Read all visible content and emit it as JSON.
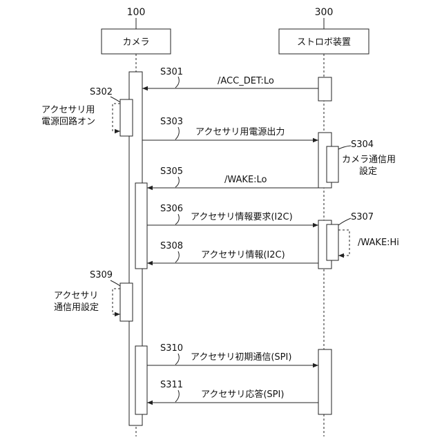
{
  "participants": {
    "camera": {
      "number": "100",
      "label": "カメラ"
    },
    "strobe": {
      "number": "300",
      "label": "ストロボ装置"
    }
  },
  "steps": {
    "s301": {
      "id": "S301",
      "message": "/ACC_DET:Lo"
    },
    "s302": {
      "id": "S302",
      "note_line1": "アクセサリ用",
      "note_line2": "電源回路オン"
    },
    "s303": {
      "id": "S303",
      "message": "アクセサリ用電源出力"
    },
    "s304": {
      "id": "S304",
      "note_line1": "カメラ通信用",
      "note_line2": "設定"
    },
    "s305": {
      "id": "S305",
      "message": "/WAKE:Lo"
    },
    "s306": {
      "id": "S306",
      "message": "アクセサリ情報要求(I2C)"
    },
    "s307": {
      "id": "S307",
      "note": "/WAKE:Hi"
    },
    "s308": {
      "id": "S308",
      "message": "アクセサリ情報(I2C)"
    },
    "s309": {
      "id": "S309",
      "note_line1": "アクセサリ",
      "note_line2": "通信用設定"
    },
    "s310": {
      "id": "S310",
      "message": "アクセサリ初期通信(SPI)"
    },
    "s311": {
      "id": "S311",
      "message": "アクセサリ応答(SPI)"
    }
  }
}
